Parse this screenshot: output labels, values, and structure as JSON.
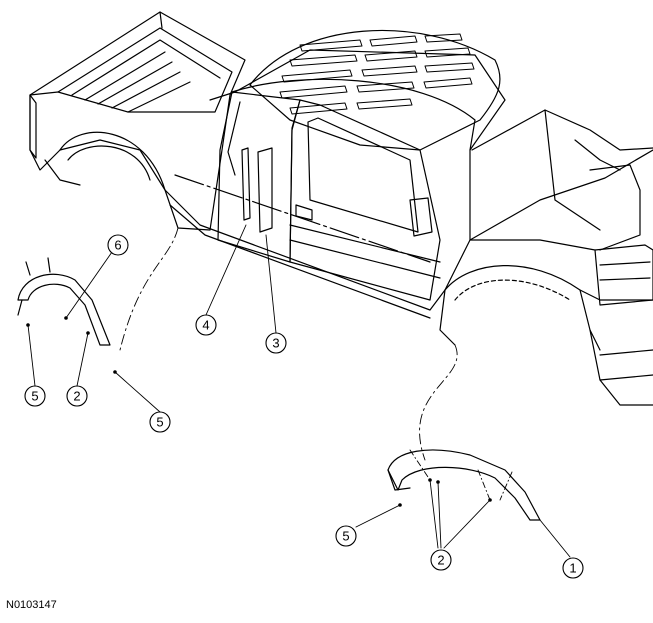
{
  "figure_id": "N0103147",
  "callouts": [
    {
      "id": "c1",
      "label": "1"
    },
    {
      "id": "c2a",
      "label": "2"
    },
    {
      "id": "c2b",
      "label": "2"
    },
    {
      "id": "c3",
      "label": "3"
    },
    {
      "id": "c4",
      "label": "4"
    },
    {
      "id": "c5a",
      "label": "5"
    },
    {
      "id": "c5b",
      "label": "5"
    },
    {
      "id": "c5c",
      "label": "5"
    },
    {
      "id": "c6",
      "label": "6"
    }
  ]
}
